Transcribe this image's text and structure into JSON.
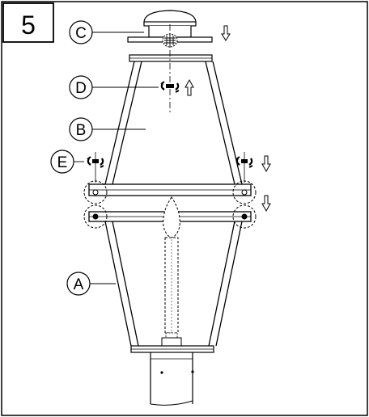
{
  "step": {
    "number": "5"
  },
  "parts": [
    {
      "id": "C",
      "label": "C"
    },
    {
      "id": "D",
      "label": "D"
    },
    {
      "id": "B",
      "label": "B"
    },
    {
      "id": "E",
      "label": "E"
    },
    {
      "id": "A",
      "label": "A"
    }
  ],
  "icons": {
    "arrow_down": "down-arrow-icon",
    "arrow_up": "up-arrow-icon",
    "rotate": "rotate-screw-icon"
  }
}
